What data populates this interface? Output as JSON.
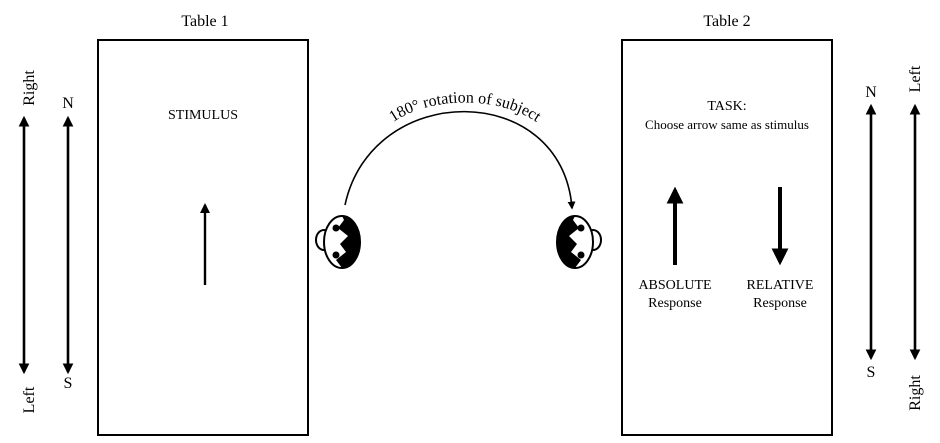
{
  "table1": {
    "title": "Table 1",
    "stimulus_label": "STIMULUS"
  },
  "table2": {
    "title": "Table 2",
    "task_title": "TASK:",
    "task_text": "Choose arrow same as stimulus",
    "absolute_label": "ABSOLUTE",
    "absolute_sub": "Response",
    "relative_label": "RELATIVE",
    "relative_sub": "Response"
  },
  "rotation_label": "180° rotation of subject",
  "left_axes": {
    "relative_top": "Right",
    "relative_bottom": "Left",
    "absolute_top": "N",
    "absolute_bottom": "S"
  },
  "right_axes": {
    "absolute_top": "N",
    "absolute_bottom": "S",
    "relative_top": "Left",
    "relative_bottom": "Right"
  }
}
